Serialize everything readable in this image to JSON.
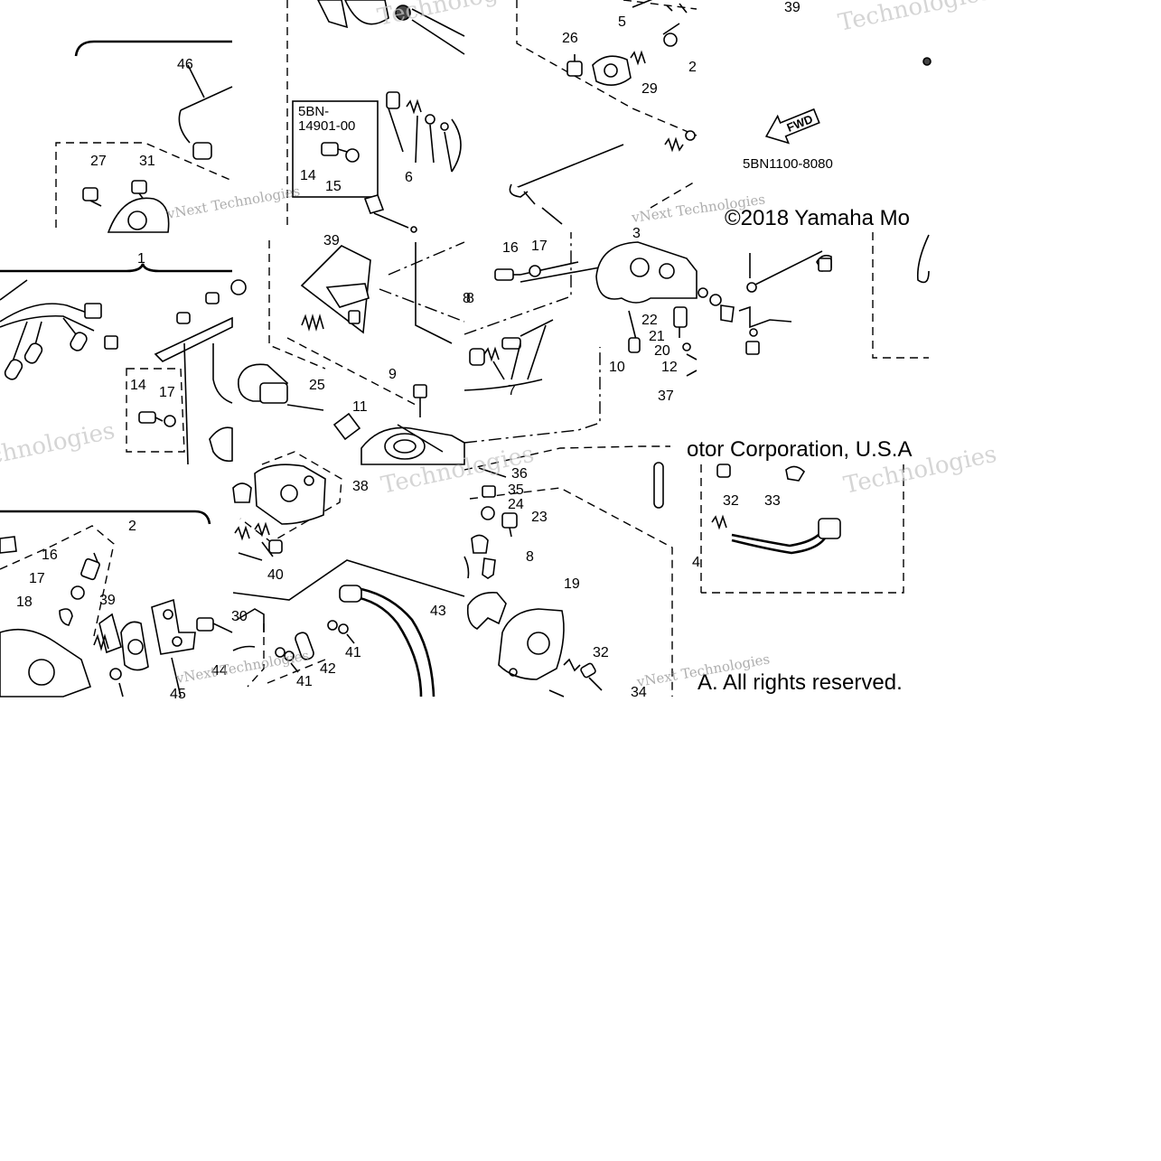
{
  "diagram": {
    "part_numbers": [
      "46",
      "27",
      "31",
      "1",
      "14",
      "17",
      "2",
      "16",
      "17",
      "18",
      "39",
      "45",
      "44",
      "39",
      "9",
      "25",
      "11",
      "38",
      "40",
      "30",
      "41",
      "41",
      "42",
      "43",
      "14",
      "15",
      "6",
      "5",
      "26",
      "29",
      "16",
      "17",
      "22",
      "21",
      "20",
      "10",
      "12",
      "37",
      "7",
      "8",
      "36",
      "35",
      "24",
      "23",
      "8",
      "19",
      "32",
      "34",
      "39",
      "32",
      "33",
      "4",
      "2",
      "3",
      "8"
    ],
    "kit_box": {
      "line1": "5BN-",
      "line2": "14901-00"
    },
    "fwd_label": "FWD",
    "diagram_code": "5BN1100-8080",
    "copyright": {
      "part1": "©2018 Yamaha Mo",
      "part2": "otor Corporation, U.S.A",
      "part3": "A. All rights reserved."
    },
    "watermark": {
      "large": "Technologies",
      "small": "vNext Technologies"
    }
  }
}
